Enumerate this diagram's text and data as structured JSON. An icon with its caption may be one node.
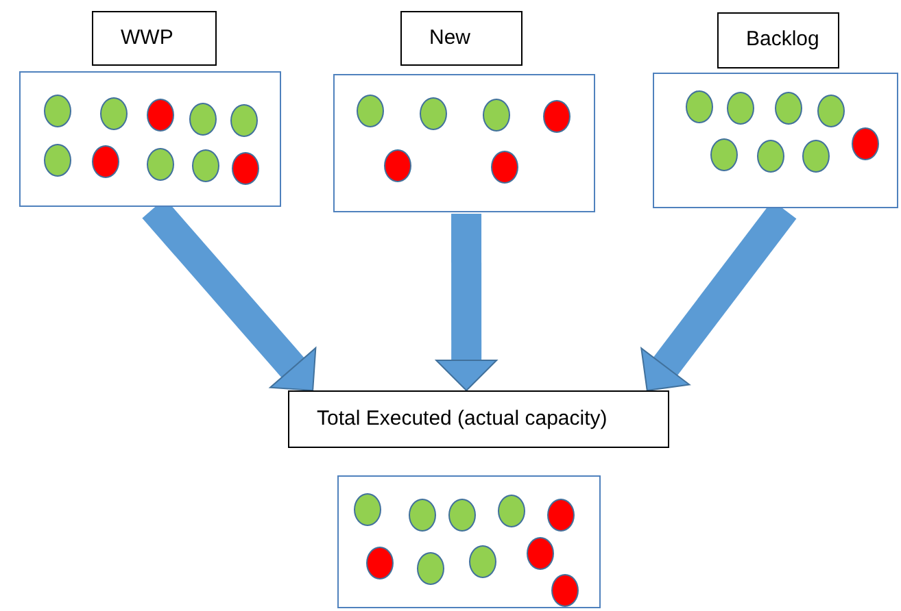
{
  "diagram": {
    "nodes": [
      {
        "text": [
          "WWP"
        ]
      },
      {
        "text": [
          "New"
        ]
      },
      {
        "text": [
          "Backlog"
        ]
      },
      {
        "text": [],
        "shape": "box"
      },
      {
        "text": [],
        "shape": "circle",
        "in": 3
      },
      {
        "text": [],
        "shape": "circle",
        "in": 3
      },
      {
        "text": [],
        "shape": "circle",
        "in": 3
      },
      {
        "text": [],
        "shape": "circle",
        "in": 3
      },
      {
        "text": [],
        "shape": "circle",
        "in": 3
      },
      {
        "text": [],
        "shape": "circle",
        "in": 3
      },
      {
        "text": [],
        "shape": "circle",
        "in": 3
      },
      {
        "text": [],
        "shape": "circle",
        "in": 3
      },
      {
        "text": [],
        "shape": "circle",
        "in": 3
      },
      {
        "text": [],
        "shape": "circle",
        "in": 3
      },
      {
        "text": [],
        "shape": "box"
      },
      {
        "text": [],
        "shape": "circle",
        "in": 14
      },
      {
        "text": [],
        "shape": "circle",
        "in": 14
      },
      {
        "text": [],
        "shape": "circle",
        "in": 14
      },
      {
        "text": [],
        "shape": "circle",
        "in": 14
      },
      {
        "text": [],
        "shape": "circle",
        "in": 14
      },
      {
        "text": [],
        "shape": "circle",
        "in": 14
      },
      {
        "text": [],
        "shape": "box"
      },
      {
        "text": [],
        "shape": "circle",
        "in": 21
      },
      {
        "text": [],
        "shape": "circle",
        "in": 21
      },
      {
        "text": [],
        "shape": "circle",
        "in": 21
      },
      {
        "text": [],
        "shape": "circle",
        "in": 21
      },
      {
        "text": [],
        "shape": "circle",
        "in": 21
      },
      {
        "text": [],
        "shape": "circle",
        "in": 21
      },
      {
        "text": [],
        "shape": "circle",
        "in": 21
      },
      {
        "text": [],
        "shape": "circle",
        "in": 21
      },
      {
        "text": [
          "Total Executed (actual capacity)"
        ]
      },
      {
        "text": [],
        "shape": "box"
      },
      {
        "text": [],
        "shape": "circle",
        "in": 31
      },
      {
        "text": [],
        "shape": "circle",
        "in": 31
      },
      {
        "text": [],
        "shape": "circle",
        "in": 31
      },
      {
        "text": [],
        "shape": "circle",
        "in": 31
      },
      {
        "text": [],
        "shape": "circle",
        "in": 31
      },
      {
        "text": [],
        "shape": "circle",
        "in": 31
      },
      {
        "text": [],
        "shape": "circle",
        "in": 31
      },
      {
        "text": [],
        "shape": "circle",
        "in": 31
      },
      {
        "text": [],
        "shape": "circle",
        "in": 31
      },
      {
        "text": [],
        "shape": "circle",
        "in": 31
      }
    ],
    "edges": [
      {
        "from": 3,
        "to": 30,
        "arrow": "to"
      },
      {
        "from": 14,
        "to": 30,
        "arrow": "to"
      },
      {
        "from": 21,
        "to": 30,
        "arrow": "to"
      }
    ]
  }
}
